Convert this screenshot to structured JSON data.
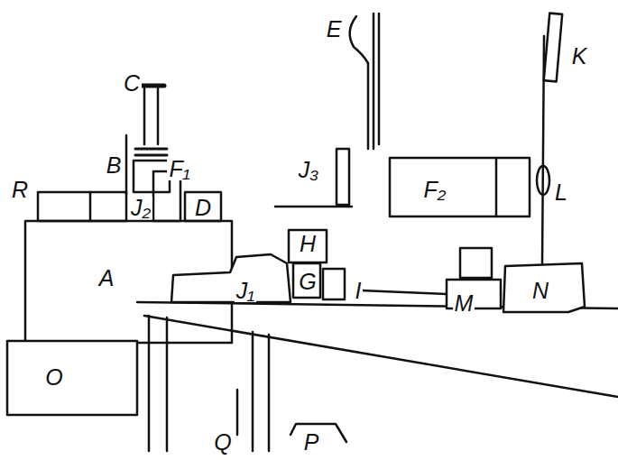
{
  "diagram": {
    "labels": [
      "R",
      "C",
      "B",
      "F₁",
      "J₂",
      "D",
      "E",
      "J₃",
      "F₂",
      "K",
      "L",
      "H",
      "A",
      "J₁",
      "G",
      "I",
      "M",
      "N",
      "O",
      "Q",
      "P"
    ]
  }
}
